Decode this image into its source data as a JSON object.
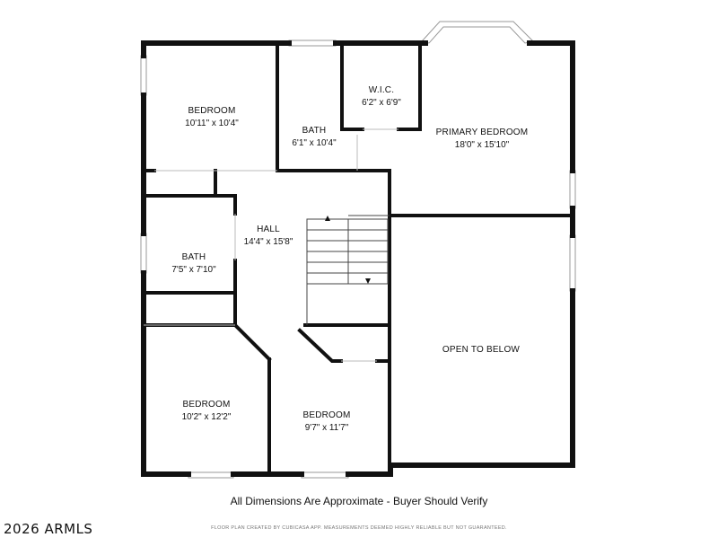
{
  "floorplan": {
    "rooms": [
      {
        "id": "bedroom-nw",
        "name": "BEDROOM",
        "dimensions": "10'11\" x 10'4\""
      },
      {
        "id": "bath-top",
        "name": "BATH",
        "dimensions": "6'1\" x 10'4\""
      },
      {
        "id": "wic",
        "name": "W.I.C.",
        "dimensions": "6'2\" x 6'9\""
      },
      {
        "id": "primary-bedroom",
        "name": "PRIMARY BEDROOM",
        "dimensions": "18'0\" x 15'10\""
      },
      {
        "id": "hall",
        "name": "HALL",
        "dimensions": "14'4\" x 15'8\""
      },
      {
        "id": "bath-left",
        "name": "BATH",
        "dimensions": "7'5\" x 7'10\""
      },
      {
        "id": "open-to-below",
        "name": "OPEN TO BELOW",
        "dimensions": ""
      },
      {
        "id": "bedroom-sw",
        "name": "BEDROOM",
        "dimensions": "10'2\" x 12'2\""
      },
      {
        "id": "bedroom-s",
        "name": "BEDROOM",
        "dimensions": "9'7\" x 11'7\""
      }
    ],
    "colors": {
      "wall": "#111111",
      "window": "#9a9a9a",
      "background": "#ffffff"
    }
  },
  "footer": {
    "disclaimer": "All Dimensions Are Approximate - Buyer Should Verify",
    "fineprint": "FLOOR PLAN CREATED BY CUBICASA APP. MEASUREMENTS DEEMED HIGHLY RELIABLE BUT NOT GUARANTEED.",
    "copyright": "2026 ARMLS"
  }
}
